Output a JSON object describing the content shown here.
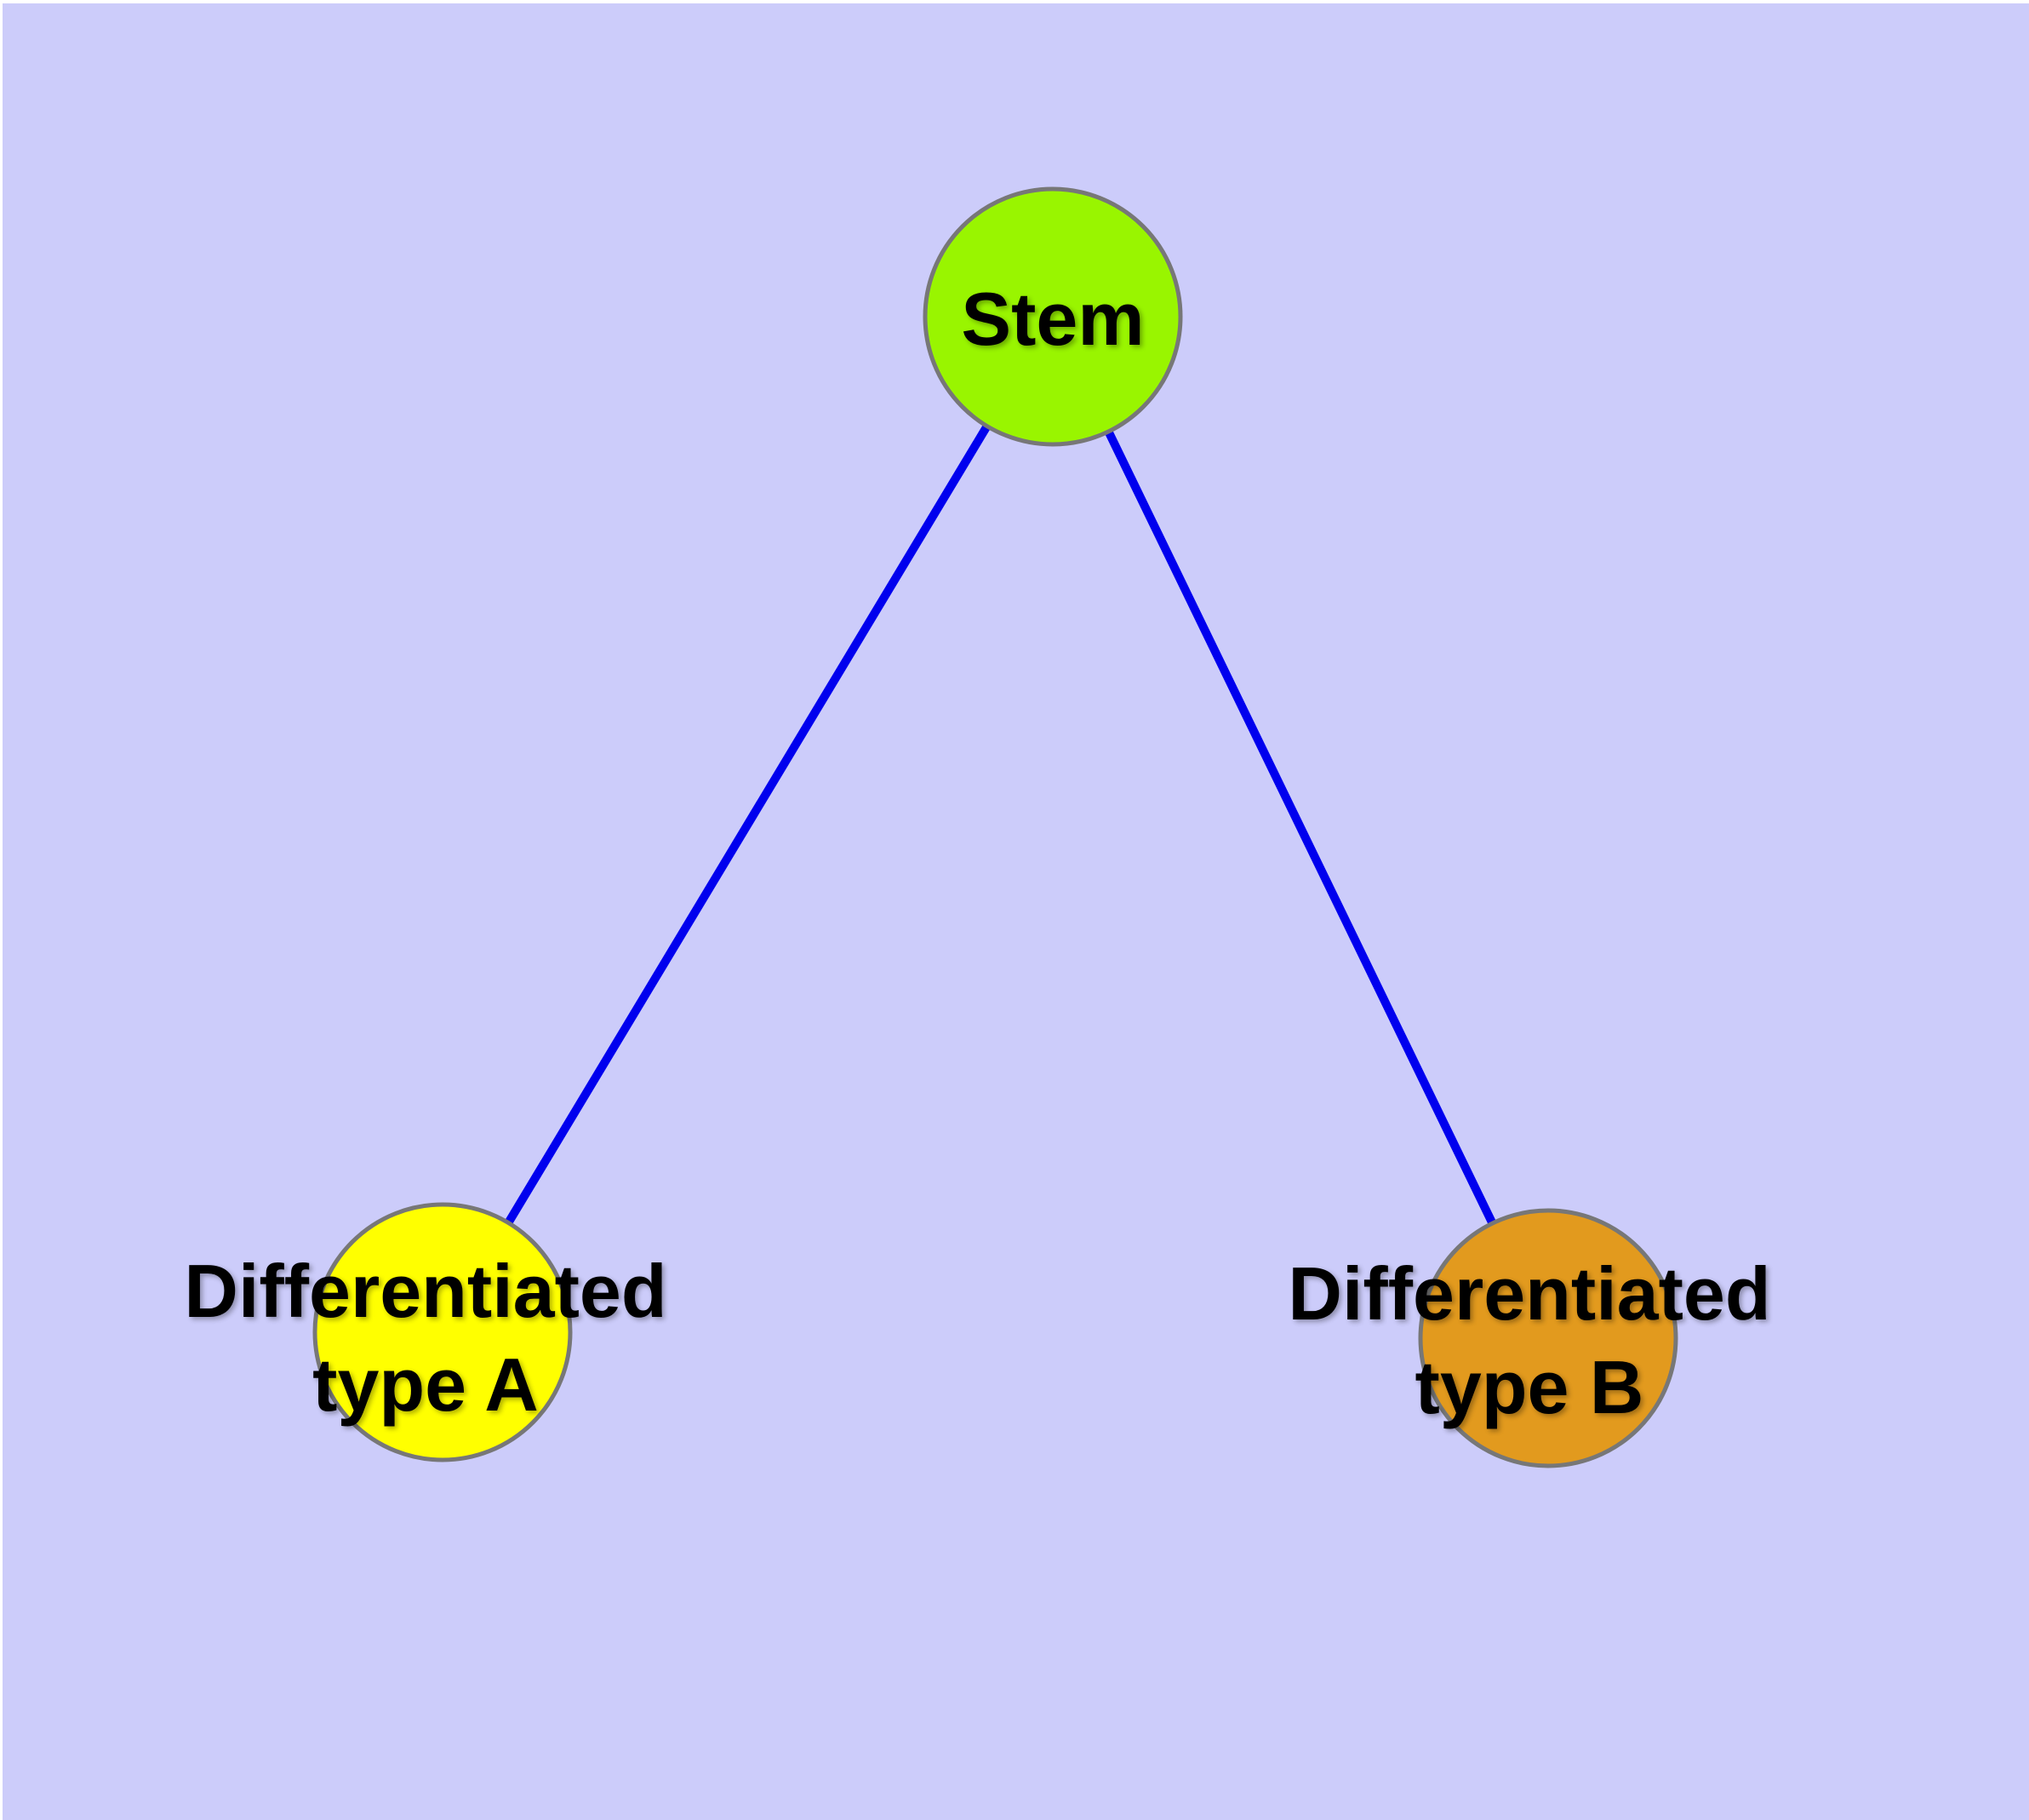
{
  "diagram": {
    "background_color": "#CCCCFA",
    "margin_color": "#FFFFFF",
    "edge_color": "#0000EE",
    "node_border_color": "#777777",
    "label_color": "#000000",
    "nodes": [
      {
        "id": "stem",
        "label": "Stem",
        "fill": "#99F500"
      },
      {
        "id": "differentiated-type-a",
        "label_line1": "Differentiated",
        "label_line2": "type A",
        "fill": "#FFFF00"
      },
      {
        "id": "differentiated-type-b",
        "label_line1": "Differentiated",
        "label_line2": "type B",
        "fill": "#E29A1E"
      }
    ],
    "edges": [
      {
        "from": "Stem",
        "to": "Differentiated type A"
      },
      {
        "from": "Stem",
        "to": "Differentiated type B"
      }
    ]
  }
}
